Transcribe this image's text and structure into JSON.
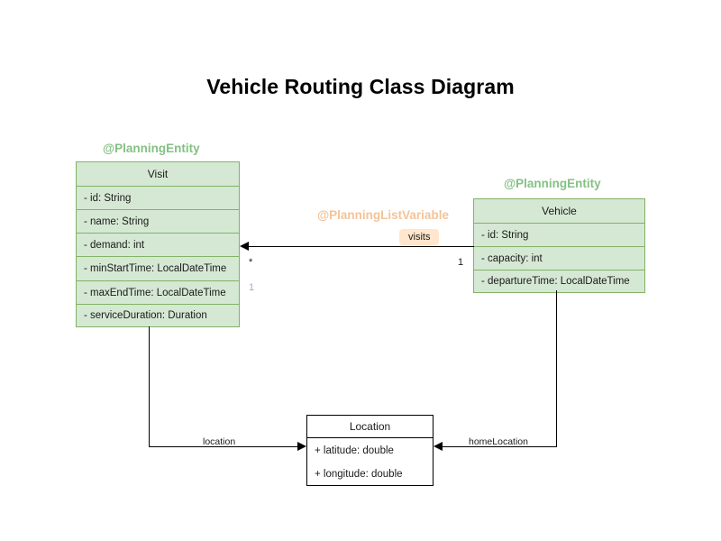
{
  "diagram": {
    "title": "Vehicle Routing Class Diagram",
    "background": "#ffffff",
    "entity_fill": "#d5e8d4",
    "entity_border": "#82b366",
    "plain_fill": "#ffffff",
    "plain_border": "#000000",
    "stereotype_green": "#84c184",
    "stereotype_orange": "#f5c396",
    "badge_fill": "#ffe6cc",
    "multiplicity_purple": "#b9a0d0"
  },
  "classes": {
    "visit": {
      "stereotype": "@PlanningEntity",
      "name": "Visit",
      "attributes": [
        "- id: String",
        "- name: String",
        "- demand: int",
        "- minStartTime: LocalDateTime",
        "- maxEndTime: LocalDateTime",
        "- serviceDuration: Duration"
      ]
    },
    "vehicle": {
      "stereotype": "@PlanningEntity",
      "name": "Vehicle",
      "attributes": [
        "- id: String",
        "- capacity: int",
        "- departureTime: LocalDateTime"
      ]
    },
    "location": {
      "name": "Location",
      "attributes": [
        "+ latitude: double",
        "+ longitude: double"
      ]
    }
  },
  "relations": {
    "visits": {
      "stereotype": "@PlanningListVariable",
      "label": "visits",
      "source_multiplicity": "1",
      "target_multiplicity": "*",
      "extra_multiplicity": "1"
    },
    "visit_location": {
      "label": "location"
    },
    "vehicle_home_location": {
      "label": "homeLocation"
    }
  }
}
